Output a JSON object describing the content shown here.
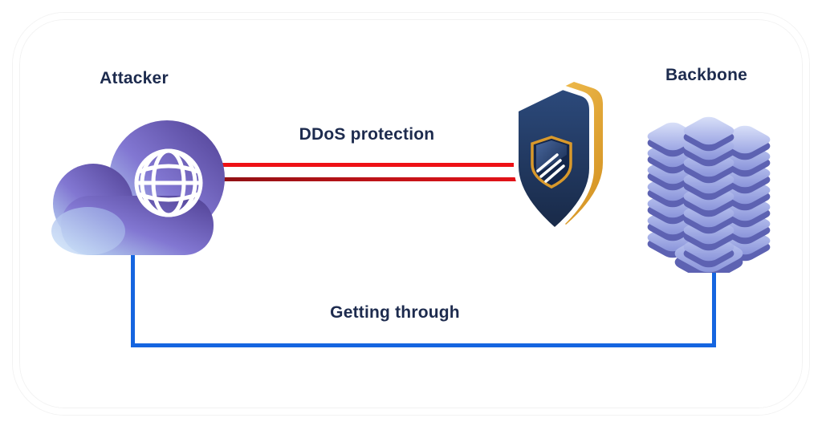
{
  "diagram": {
    "title_labels": {
      "attacker": "Attacker",
      "ddos_protection": "DDoS protection",
      "backbone": "Backbone",
      "bypass_path": "Getting through"
    },
    "colors": {
      "attack_line_red": "#ee1116",
      "attack_line_dark_red": "#8f1014",
      "bypass_line_blue": "#1565e0",
      "label_text": "#1d2b4e",
      "frame_border": "#ffffff",
      "shield_front_navy": "#22396b",
      "shield_side_gold": "#eaa838",
      "cloud_gradient_light": "#c7e2f8",
      "cloud_gradient_purple": "#5a4a9e",
      "server_slab_light": "#c6d0f5",
      "server_slab_dark": "#5d62b2"
    },
    "icons": {
      "cloud": "cloud-icon",
      "globe": "globe-icon",
      "shield": "shield-icon",
      "servers": "server-stack-icon"
    }
  }
}
